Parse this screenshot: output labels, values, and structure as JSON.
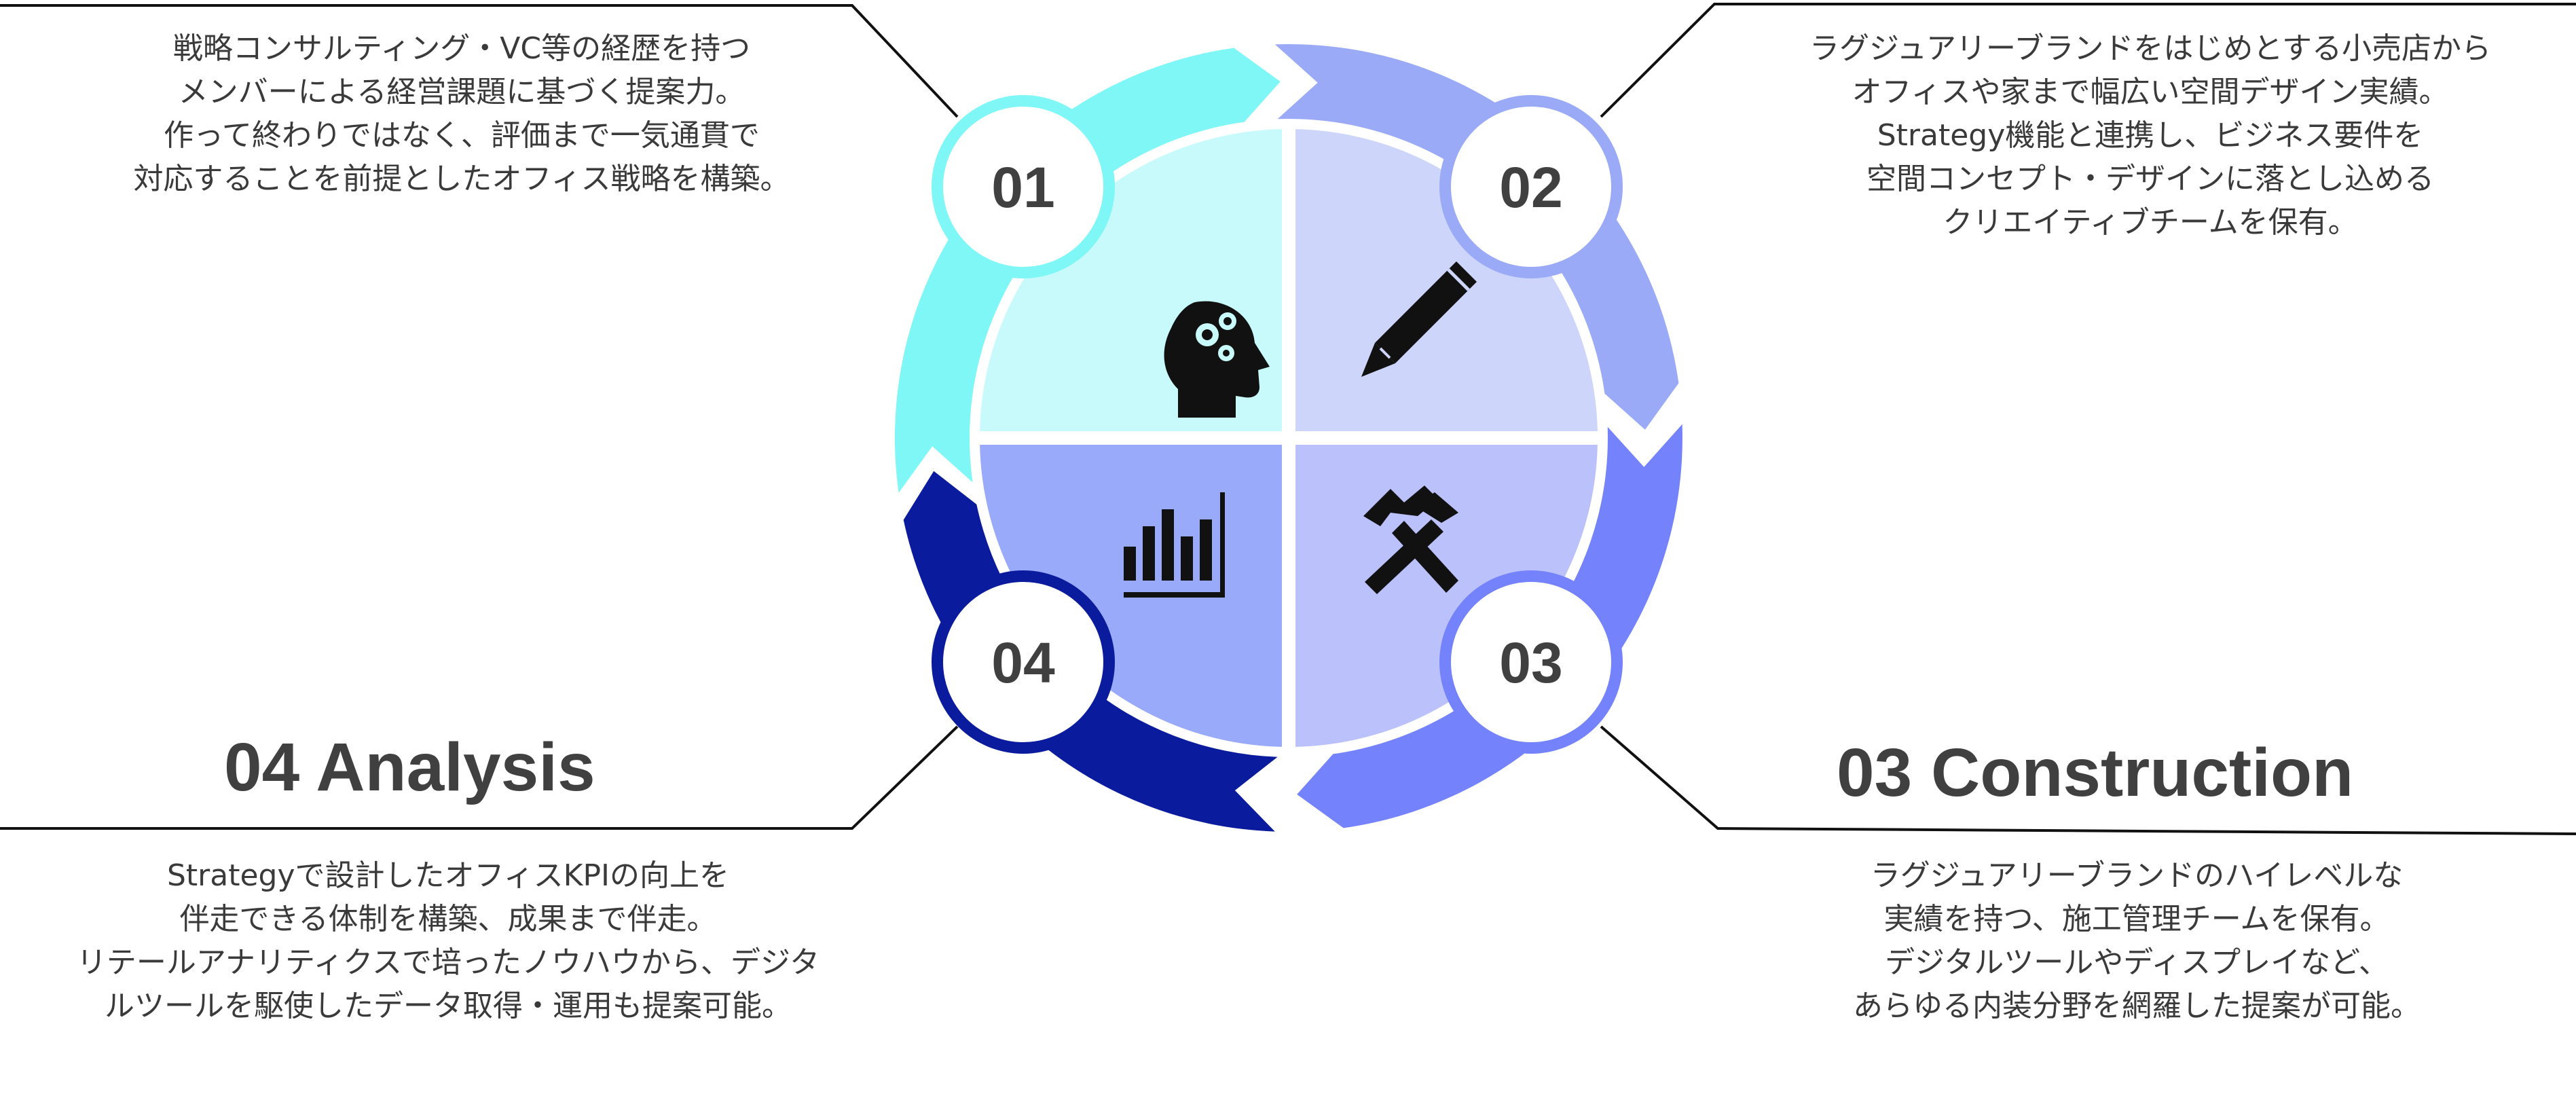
{
  "colors": {
    "segment_01": "#7ff7f7",
    "segment_02": "#9aaaf7",
    "segment_03": "#7482fb",
    "segment_04": "#0b1b9d",
    "quad_01": "#c8fafb",
    "quad_02": "#cdd6fa",
    "quad_03": "#bbc2fb",
    "quad_04": "#99aafb",
    "number_text": "#404040",
    "icon": "#111111"
  },
  "items": [
    {
      "number": "01",
      "icon": "head-gears-icon",
      "heading": "",
      "description": [
        "戦略コンサルティング・VC等の経歴を持つ",
        "メンバーによる経営課題に基づく提案力。",
        "作って終わりではなく、評価まで一気通貫で",
        "対応することを前提としたオフィス戦略を構築。"
      ]
    },
    {
      "number": "02",
      "icon": "pencil-icon",
      "heading": "",
      "description": [
        "ラグジュアリーブランドをはじめとする小売店から",
        "オフィスや家まで幅広い空間デザイン実績。",
        "Strategy機能と連携し、ビジネス要件を",
        "空間コンセプト・デザインに落とし込める",
        "クリエイティブチームを保有。"
      ]
    },
    {
      "number": "03",
      "icon": "hammers-icon",
      "heading": "03 Construction",
      "description": [
        "ラグジュアリーブランドのハイレベルな",
        "実績を持つ、施工管理チームを保有。",
        "デジタルツールやディスプレイなど、",
        "あらゆる内装分野を網羅した提案が可能。"
      ]
    },
    {
      "number": "04",
      "icon": "bar-chart-icon",
      "heading": "04 Analysis",
      "description": [
        "Strategyで設計したオフィスKPIの向上を",
        "伴走できる体制を構築、成果まで伴走。",
        "リテールアナリティクスで培ったノウハウから、デジタ",
        "ルツールを駆使したデータ取得・運用も提案可能。"
      ]
    }
  ]
}
